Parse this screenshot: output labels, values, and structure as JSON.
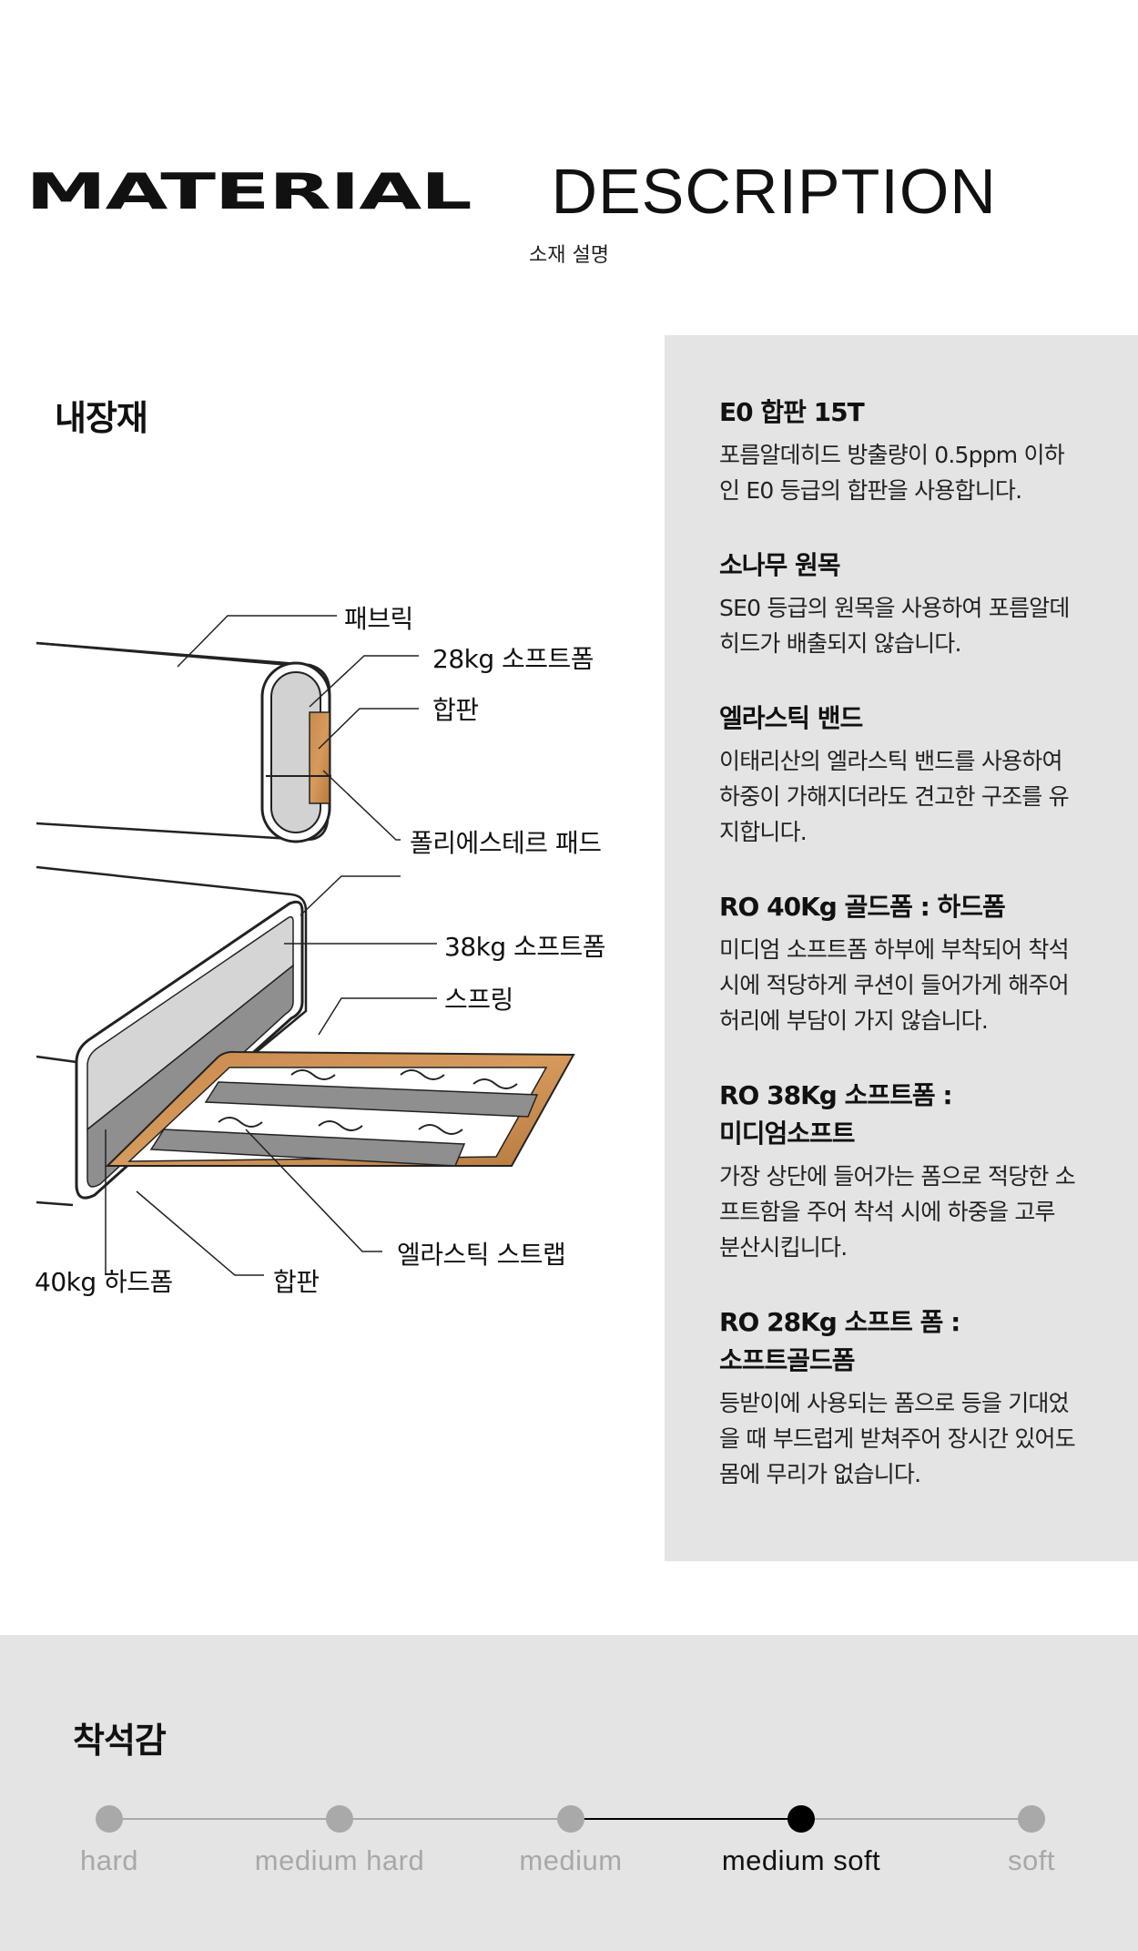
{
  "header": {
    "title_bold": "MATERIAL",
    "title_thin": "DESCRIPTION",
    "subtitle": "소재 설명"
  },
  "interior": {
    "title": "내장재",
    "labels": {
      "fabric": "패브릭",
      "soft28": "28kg 소프트폼",
      "plywood_top": "합판",
      "poly_pad": "폴리에스테르 패드",
      "soft38": "38kg 소프트폼",
      "spring": "스프링",
      "elastic_strap": "엘라스틱 스트랩",
      "hard40": "40kg 하드폼",
      "plywood_bottom": "합판"
    }
  },
  "materials": [
    {
      "title": "E0 합판 15T",
      "desc": "포름알데히드 방출량이 0.5ppm 이하\n인 E0 등급의 합판을 사용합니다."
    },
    {
      "title": "소나무 원목",
      "desc": "SE0 등급의 원목을 사용하여 포름알데\n히드가 배출되지 않습니다."
    },
    {
      "title": "엘라스틱 밴드",
      "desc": "이태리산의 엘라스틱 밴드를 사용하여\n하중이 가해지더라도 견고한 구조를 유\n지합니다."
    },
    {
      "title": "RO 40Kg 골드폼 : 하드폼",
      "desc": "미디엄 소프트폼 하부에 부착되어 착석\n시에 적당하게 쿠션이 들어가게 해주어\n허리에 부담이 가지 않습니다."
    },
    {
      "title": "RO 38Kg 소프트폼 :\n미디엄소프트",
      "desc": "가장 상단에 들어가는 폼으로 적당한 소\n프트함을 주어 착석 시에 하중을 고루\n분산시킵니다."
    },
    {
      "title": "RO 28Kg 소프트 폼 :\n소프트골드폼",
      "desc": "등받이에 사용되는 폼으로 등을 기대었\n을 때 부드럽게 받쳐주어 장시간 있어도\n몸에 무리가 없습니다."
    }
  ],
  "comfort": {
    "title": "착석감",
    "levels": [
      "hard",
      "medium hard",
      "medium",
      "medium soft",
      "soft"
    ],
    "selected": "medium soft",
    "colors": {
      "active": "#000000",
      "inactive": "#a9a9a9"
    }
  }
}
